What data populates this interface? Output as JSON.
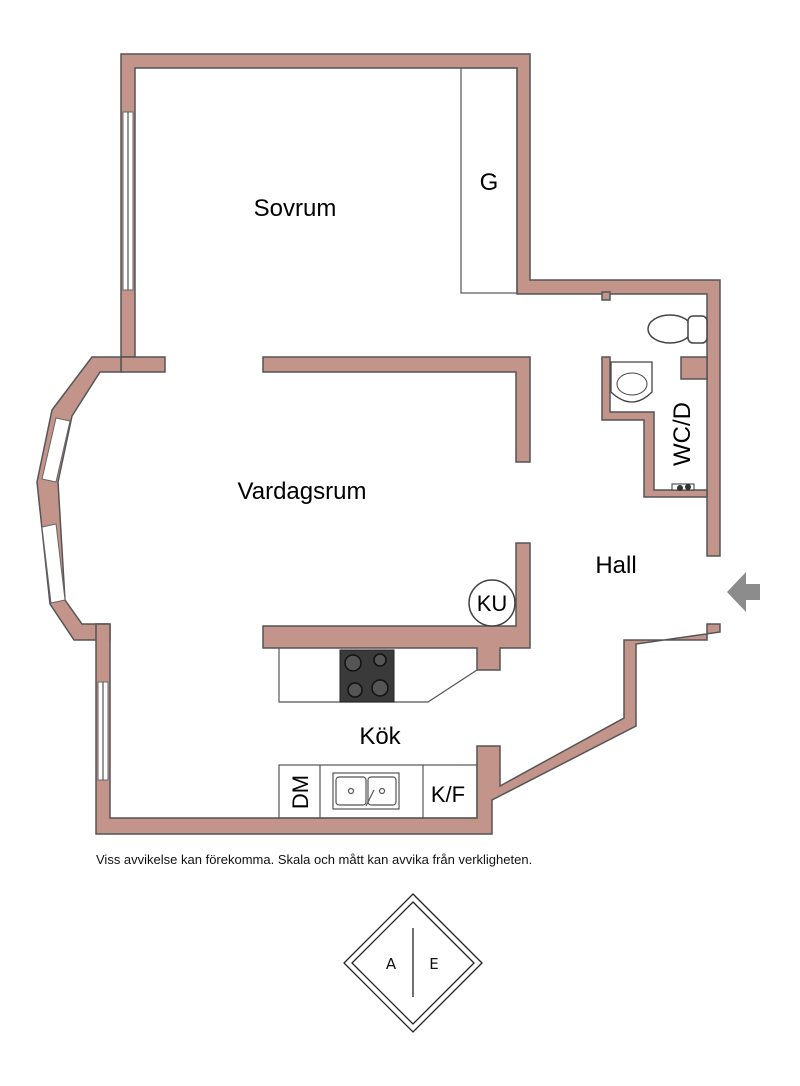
{
  "rooms": {
    "sovrum": "Sovrum",
    "garderob": "G",
    "vardagsrum": "Vardagsrum",
    "hall": "Hall",
    "wc": "WC/D",
    "ku": "KU",
    "kok": "Kök",
    "dm": "DM",
    "kf": "K/F"
  },
  "disclaimer": "Viss avvikelse kan förekomma. Skala och mått kan avvika från verkligheten.",
  "compass": {
    "left": "A",
    "right": "E"
  },
  "colors": {
    "wall": "#c3958a",
    "outline": "#555555",
    "arrow": "#8c8c8c",
    "stove": "#3a3a3a"
  },
  "icons": {
    "entrance": "entrance-arrow-icon",
    "compass": "compass-icon"
  }
}
